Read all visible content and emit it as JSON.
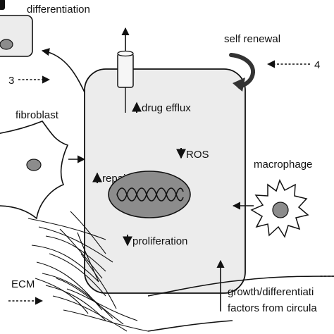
{
  "labels": {
    "differentiation": "differentiation",
    "self_renewal": "self renewal",
    "number_3": "3",
    "number_4": "4",
    "fibroblast": "fibroblast",
    "drug_efflux": "drug efflux",
    "ros": "ROS",
    "repair": "repair",
    "macrophage": "macrophage",
    "proliferation": "proliferation",
    "ecm": "ECM",
    "growth_line1": "growth/differentiati",
    "growth_line2": "factors from circula"
  },
  "colors": {
    "cell_fill": "#ececec",
    "nucleus_fill": "#8c8c8c",
    "stroke": "#111111"
  }
}
